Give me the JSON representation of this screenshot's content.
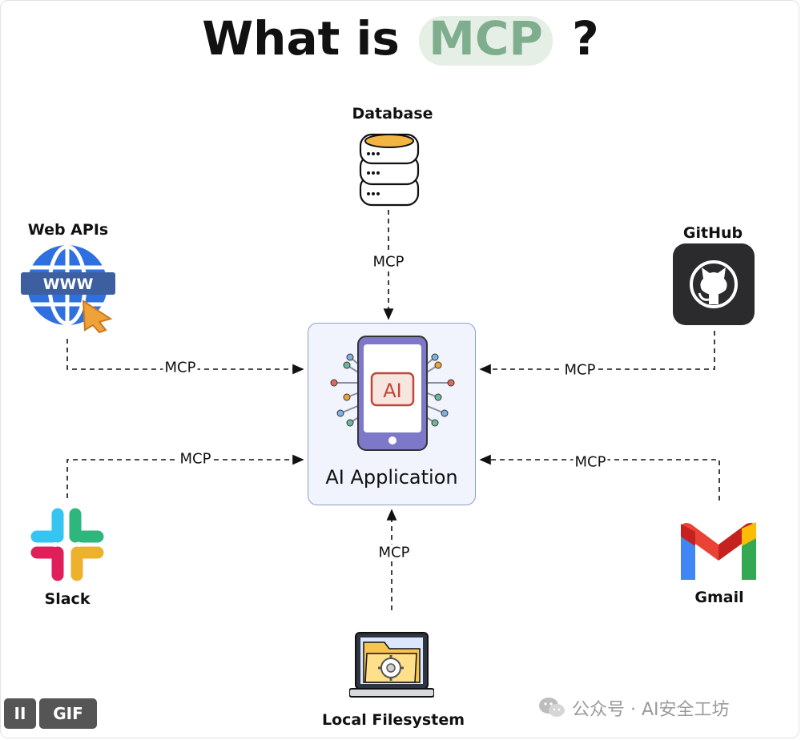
{
  "title": {
    "prefix": "What is",
    "highlight": "MCP",
    "suffix": "?"
  },
  "center": {
    "label": "AI Application",
    "chip_text": "AI"
  },
  "nodes": {
    "database": "Database",
    "web_apis": "Web APIs",
    "github": "GitHub",
    "slack": "Slack",
    "gmail": "Gmail",
    "local_filesystem": "Local Filesystem"
  },
  "edges": {
    "database": "MCP",
    "web_apis": "MCP",
    "github": "MCP",
    "slack": "MCP",
    "gmail": "MCP",
    "local_filesystem": "MCP"
  },
  "web_badge": "WWW",
  "controls": {
    "pause": "II",
    "gif": "GIF"
  },
  "watermark": "公众号 · AI安全工坊",
  "colors": {
    "accent": "#7fae8e",
    "box_border": "#8aa0c4",
    "box_fill": "#f1f4fd"
  }
}
